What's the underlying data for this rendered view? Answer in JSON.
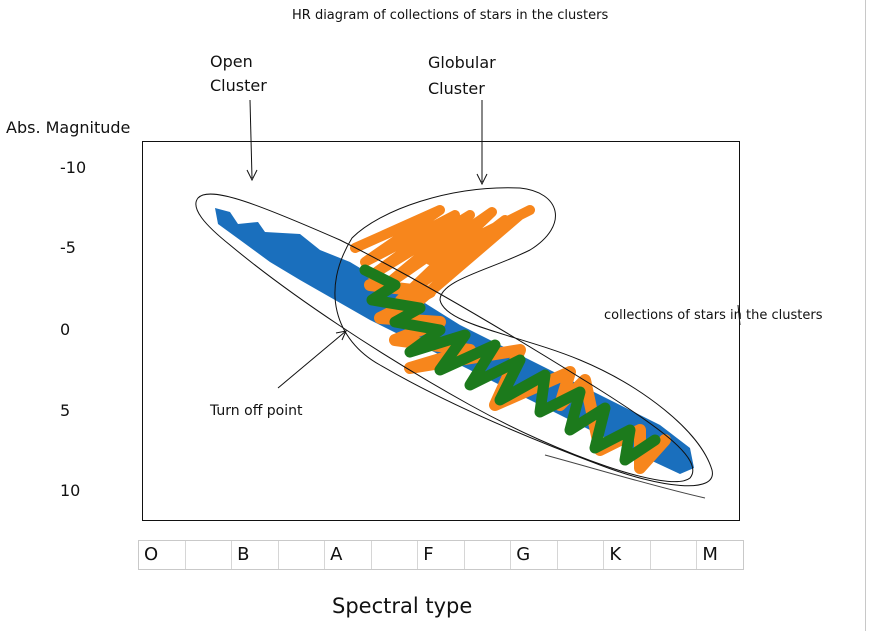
{
  "diagram": {
    "title": "HR diagram of collections of stars in the clusters",
    "open_cluster_label": "Open\nCluster",
    "globular_cluster_label": "Globular\nCluster",
    "y_axis_label": "Abs. Magnitude",
    "y_ticks": [
      "-10",
      "-5",
      "0",
      "5",
      "10"
    ],
    "x_axis_title": "Spectral type",
    "spectral_types": [
      "O",
      "",
      "B",
      "",
      "A",
      "",
      "F",
      "",
      "G",
      "",
      "K",
      "",
      "M"
    ],
    "annotation_right": "collections of stars in the clusters",
    "turn_off_label": "Turn off point",
    "colors": {
      "open_cluster": "#1a6fbd",
      "globular_cluster": "#f7861c",
      "overlap": "#1c7a1c",
      "outline": "#111111"
    }
  }
}
